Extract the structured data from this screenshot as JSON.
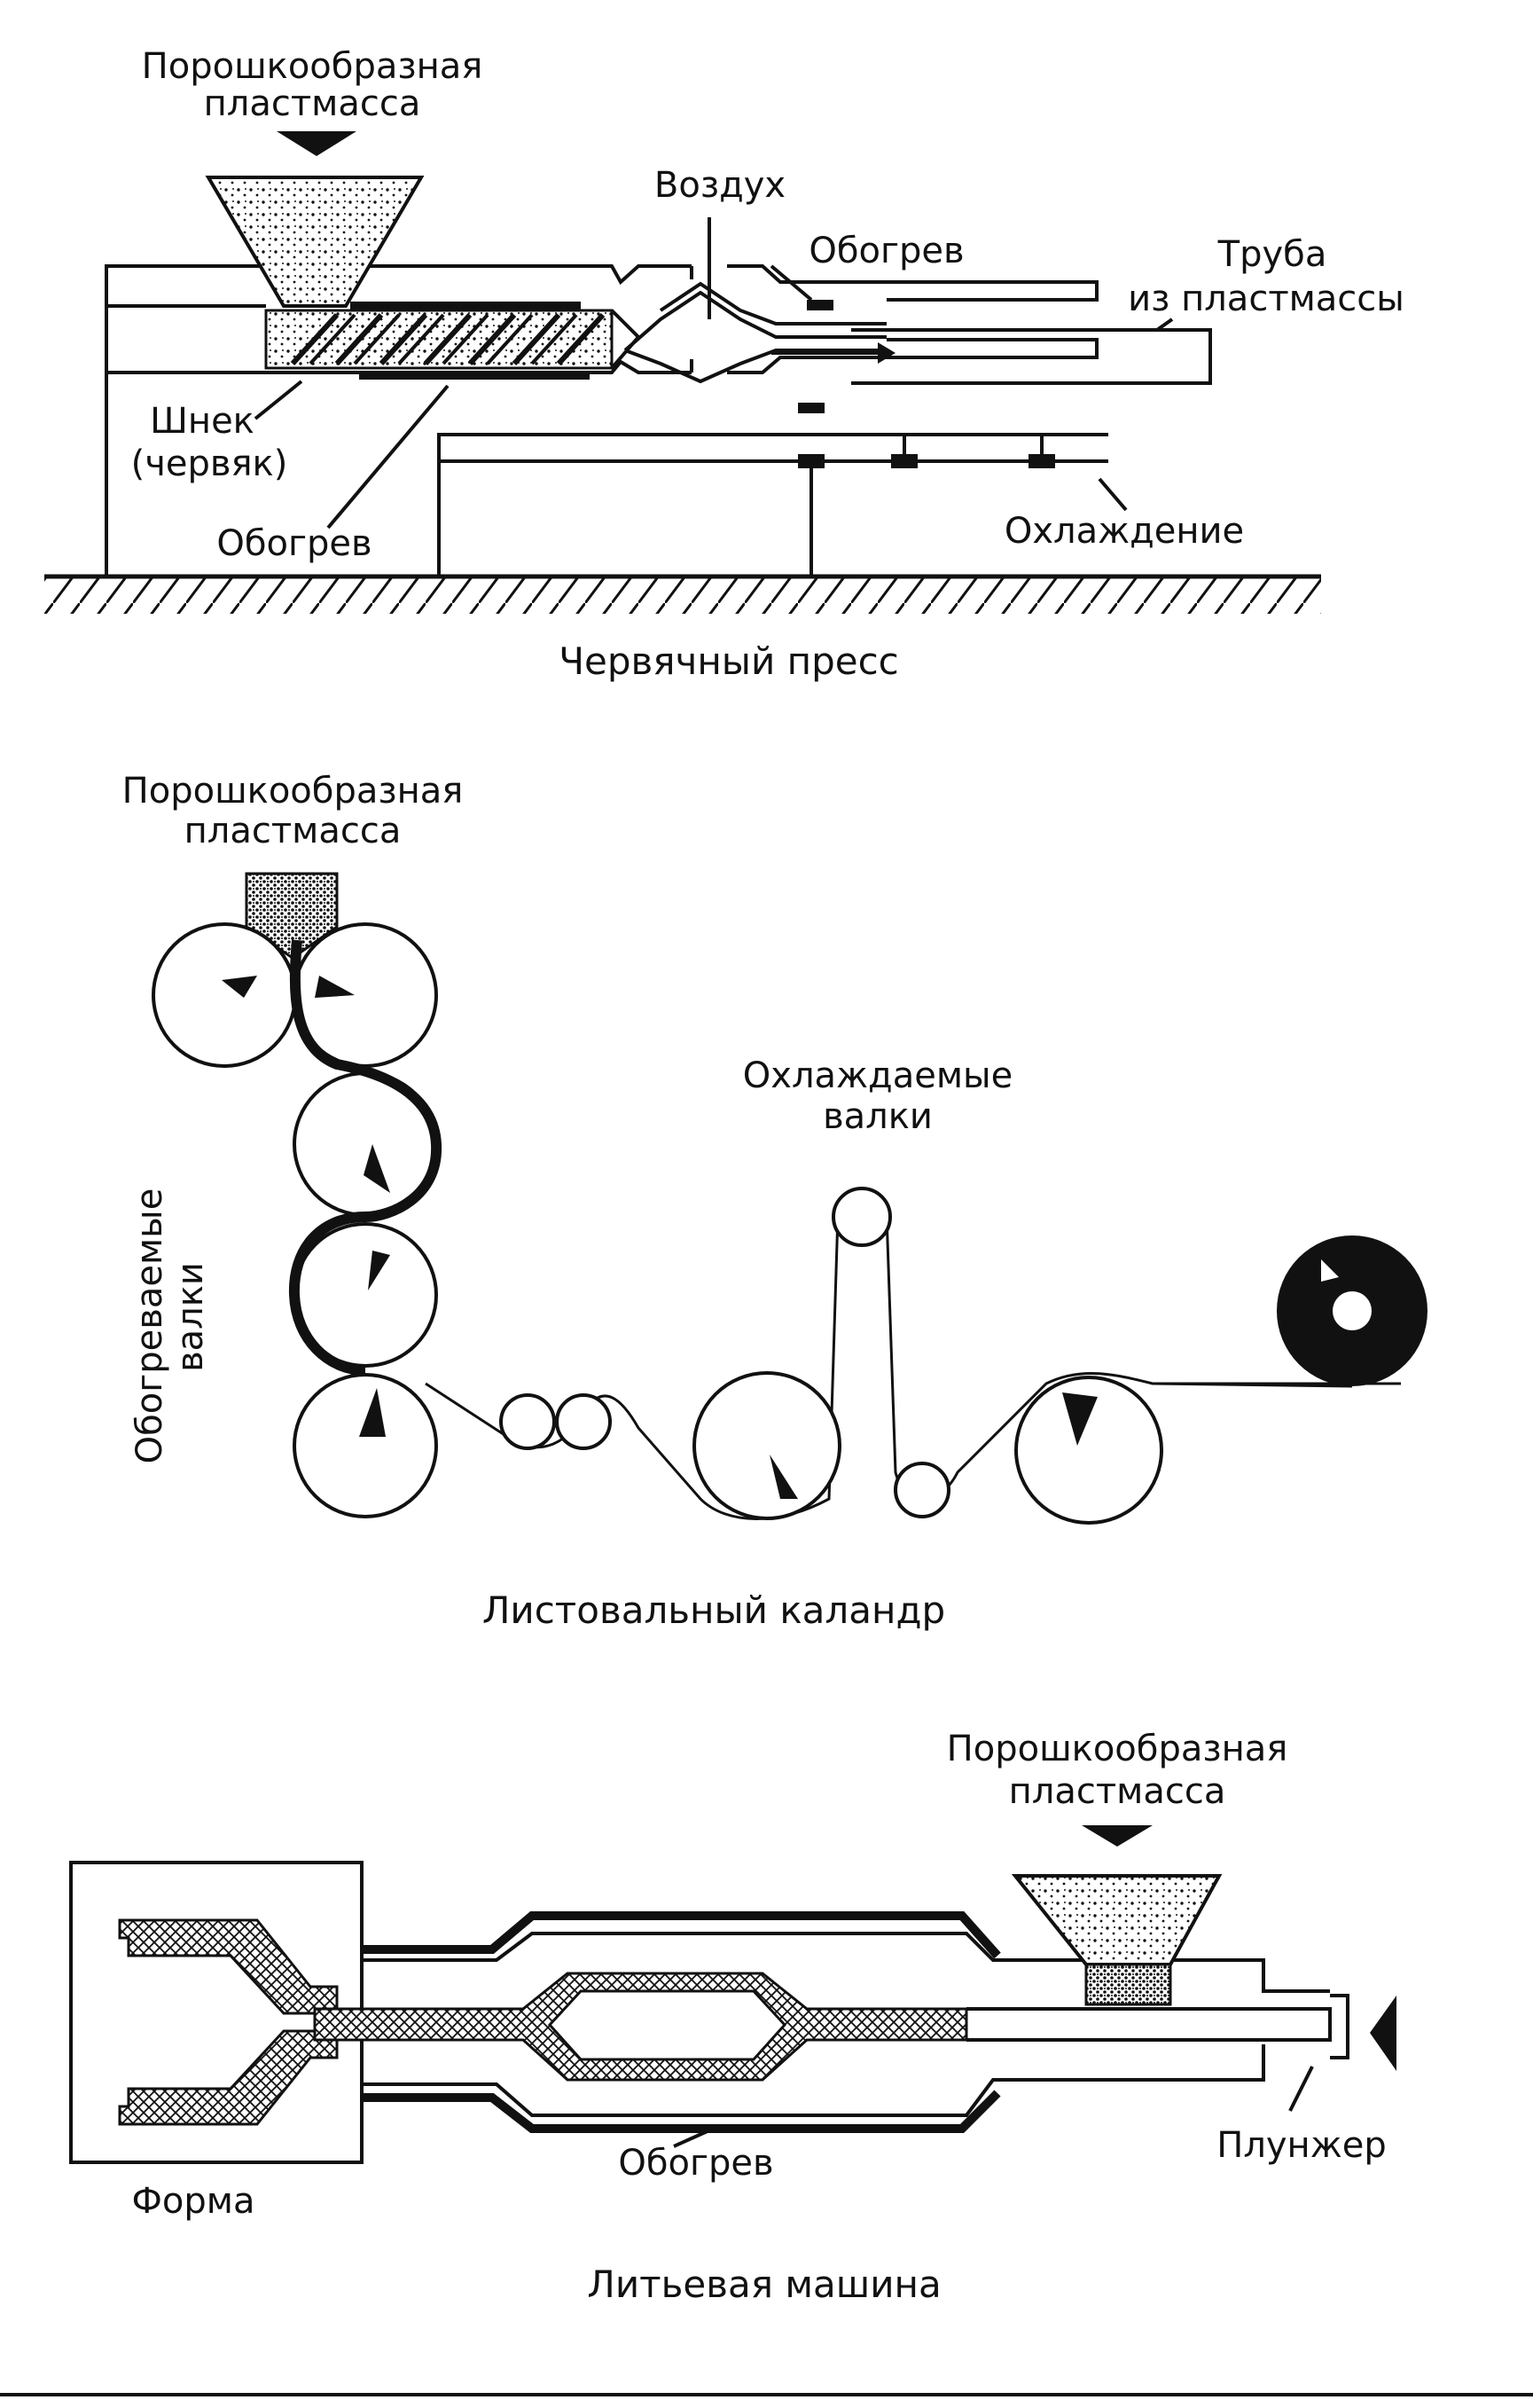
{
  "extruder": {
    "powder_label_1": "Порошкообразная",
    "powder_label_2": "пластмасса",
    "air_label": "Воздух",
    "heating_top_label": "Обогрев",
    "pipe_label_1": "Труба",
    "pipe_label_2": "из пластмассы",
    "screw_label_1": "Шнек",
    "screw_label_2": "(червяк)",
    "heating_bottom_label": "Обогрев",
    "cooling_label": "Охлаждение",
    "caption": "Червячный пресс"
  },
  "calender": {
    "powder_label_1": "Порошкообразная",
    "powder_label_2": "пластмасса",
    "cooled_rolls_label_1": "Охлаждаемые",
    "cooled_rolls_label_2": "валки",
    "heated_rolls_label_1": "Обогреваемые",
    "heated_rolls_label_2": "валки",
    "caption": "Листовальный каландр"
  },
  "injection": {
    "powder_label_1": "Порошкообразная",
    "powder_label_2": "пластмасса",
    "mold_label": "Форма",
    "heating_label": "Обогрев",
    "plunger_label": "Плунжер",
    "caption": "Литьевая машина"
  },
  "colors": {
    "ink": "#111111",
    "paper": "#ffffff"
  }
}
